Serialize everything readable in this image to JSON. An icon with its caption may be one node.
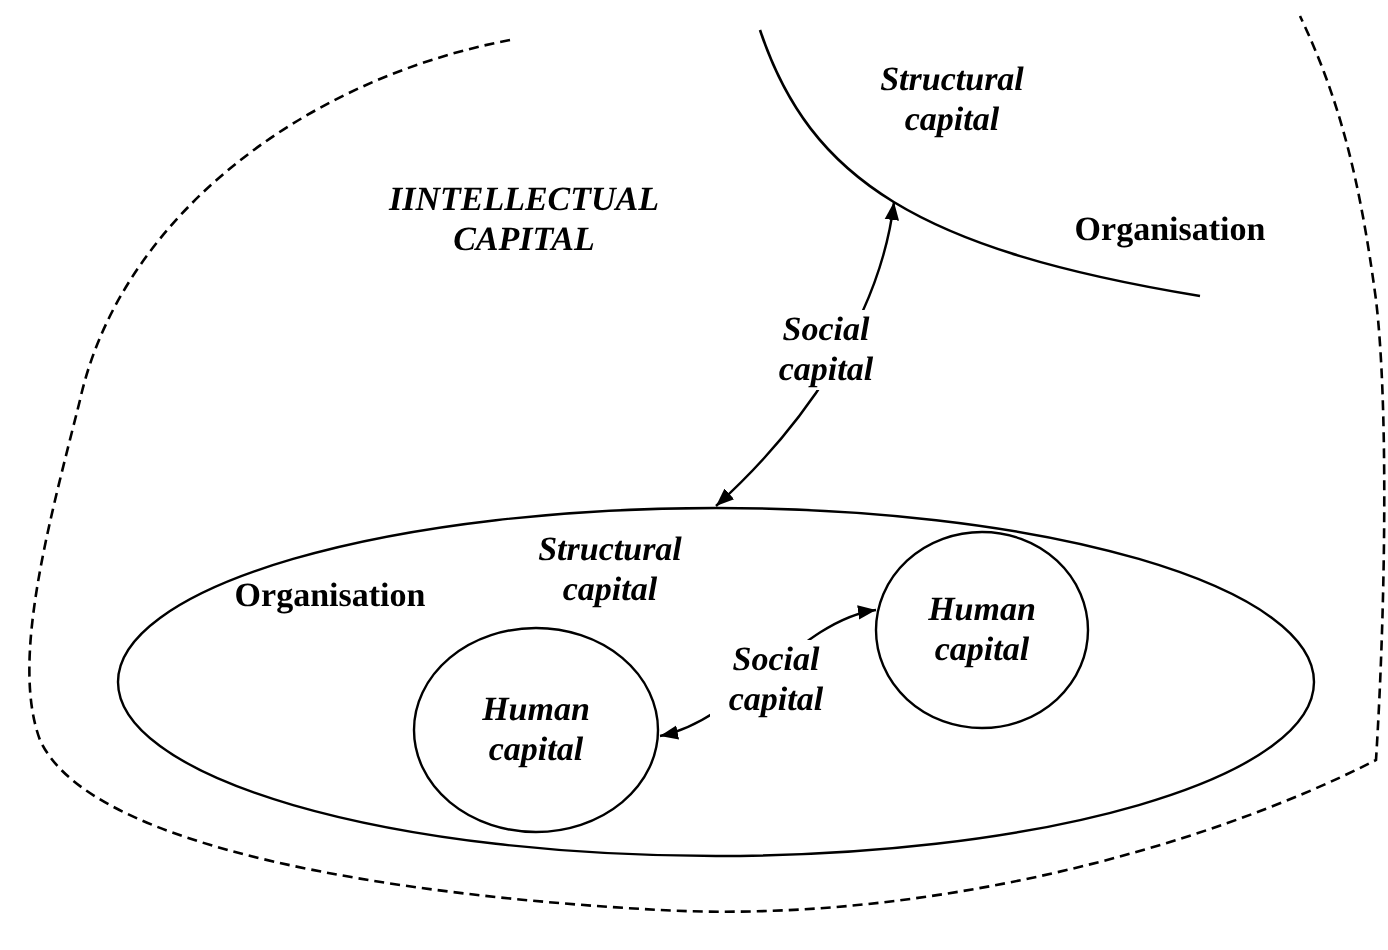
{
  "diagram": {
    "nodes": [
      {
        "text": [
          "IINTELLECTUAL CAPITAL"
        ]
      },
      {
        "text": [
          "Structural capital",
          "Organisation"
        ],
        "in": 0
      },
      {
        "text": [
          "Organisation",
          "Structural capital"
        ],
        "in": 0
      },
      {
        "text": [
          "Human capital"
        ],
        "in": 2
      },
      {
        "text": [
          "Human capital"
        ],
        "in": 2
      }
    ],
    "edges": [
      {
        "from": 1,
        "to": 2,
        "arrow": "both",
        "label": "Social capital"
      },
      {
        "from": 3,
        "to": 4,
        "arrow": "both",
        "label": "Social capital"
      }
    ]
  }
}
